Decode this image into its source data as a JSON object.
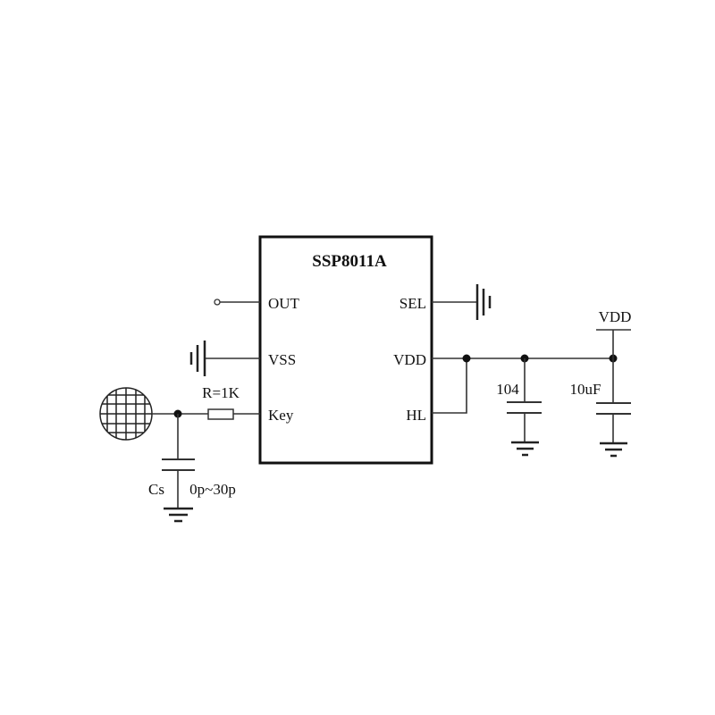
{
  "chip": {
    "name": "SSP8011A",
    "pins_left": [
      "OUT",
      "VSS",
      "Key"
    ],
    "pins_right": [
      "SEL",
      "VDD",
      "HL"
    ]
  },
  "components": {
    "resistor_label": "R=1K",
    "sensor_cap_label": "Cs",
    "sensor_cap_range": "0p~30p",
    "decoupling_cap_label": "104",
    "bulk_cap_label": "10uF",
    "supply_label": "VDD"
  }
}
